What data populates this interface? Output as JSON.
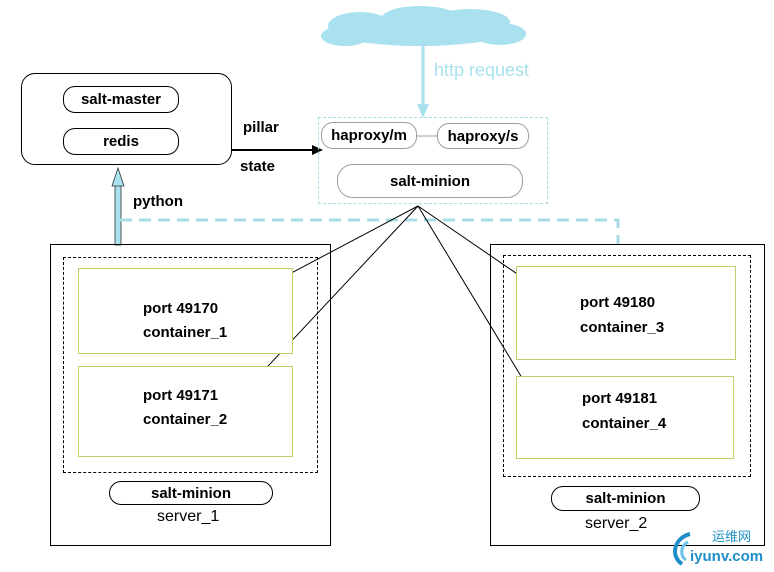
{
  "master": {
    "salt_master": "salt-master",
    "redis": "redis"
  },
  "edges": {
    "pillar": "pillar",
    "state": "state",
    "python": "python",
    "http_request": "http request"
  },
  "haproxy": {
    "master": "haproxy/m",
    "slave": "haproxy/s",
    "minion": "salt-minion"
  },
  "server_1": {
    "name": "server_1",
    "minion": "salt-minion",
    "containers": [
      {
        "port": "port 49170",
        "name": "container_1"
      },
      {
        "port": "port 49171",
        "name": "container_2"
      }
    ]
  },
  "server_2": {
    "name": "server_2",
    "minion": "salt-minion",
    "containers": [
      {
        "port": "port 49180",
        "name": "container_3"
      },
      {
        "port": "port 49181",
        "name": "container_4"
      }
    ]
  },
  "watermark": {
    "cn": "运维网",
    "site": "iyunv.com"
  },
  "colors": {
    "cloud": "#a9e2ee",
    "http_text": "#a9e2ee",
    "dashed_blue": "#a8dde6",
    "container_border": "#b9d26a",
    "watermark": "#1f8ec9"
  }
}
